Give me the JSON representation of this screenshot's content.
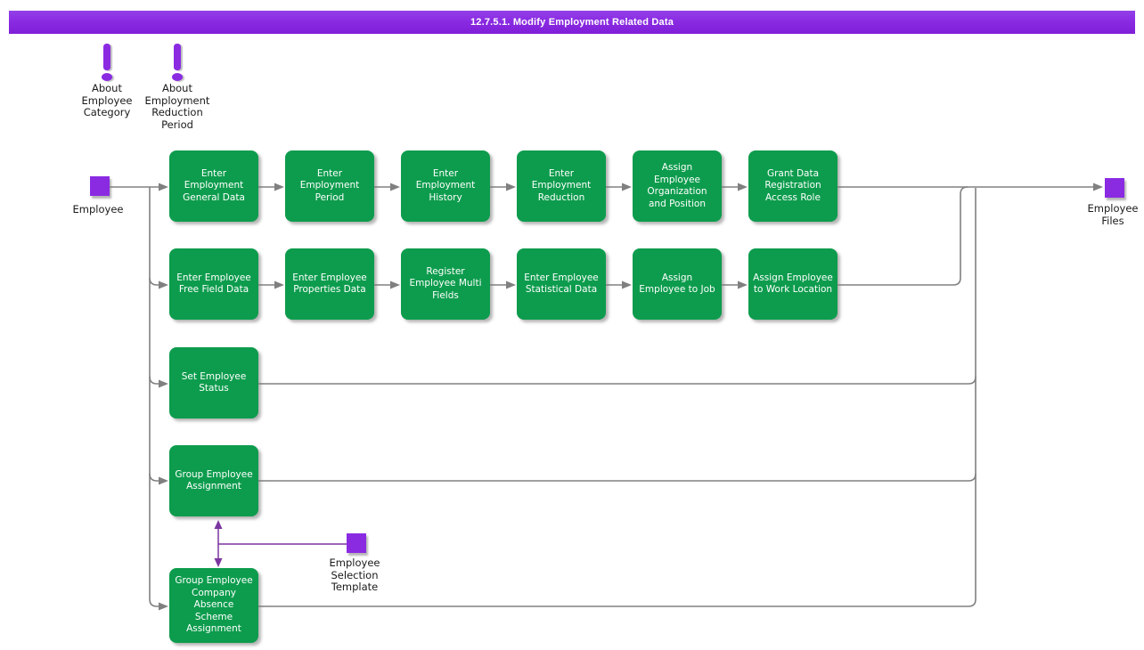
{
  "title": "12.7.5.1. Modify Employment Related Data",
  "colors": {
    "title_bar": "#8A2BE2",
    "entity_square": "#8A2BE2",
    "task_box": "#0D9C4D",
    "task_text": "#FFFFFF",
    "flow_line": "#808080",
    "note_connector_line": "#7B35A0",
    "label_text": "#1A1A1A"
  },
  "notes": [
    {
      "icon": "exclamation-icon",
      "label": "About\nEmployee\nCategory"
    },
    {
      "icon": "exclamation-icon",
      "label": "About\nEmployment\nReduction\nPeriod"
    }
  ],
  "entities": {
    "employee": {
      "label": "Employee"
    },
    "employee_files": {
      "label": "Employee\nFiles"
    },
    "employee_selection_template": {
      "label": "Employee\nSelection\nTemplate"
    }
  },
  "tasks": {
    "row1": [
      "Enter\nEmployment\nGeneral Data",
      "Enter\nEmployment\nPeriod",
      "Enter\nEmployment\nHistory",
      "Enter\nEmployment\nReduction",
      "Assign\nEmployee\nOrganization\nand Position",
      "Grant Data\nRegistration\nAccess Role"
    ],
    "row2": [
      "Enter Employee\nFree Field Data",
      "Enter Employee\nProperties Data",
      "Register\nEmployee Multi\nFields",
      "Enter Employee\nStatistical Data",
      "Assign\nEmployee to Job",
      "Assign Employee\nto Work Location"
    ],
    "row3": "Set Employee\nStatus",
    "row4": "Group Employee\nAssignment",
    "row5": "Group Employee\nCompany\nAbsence\nScheme\nAssignment"
  }
}
